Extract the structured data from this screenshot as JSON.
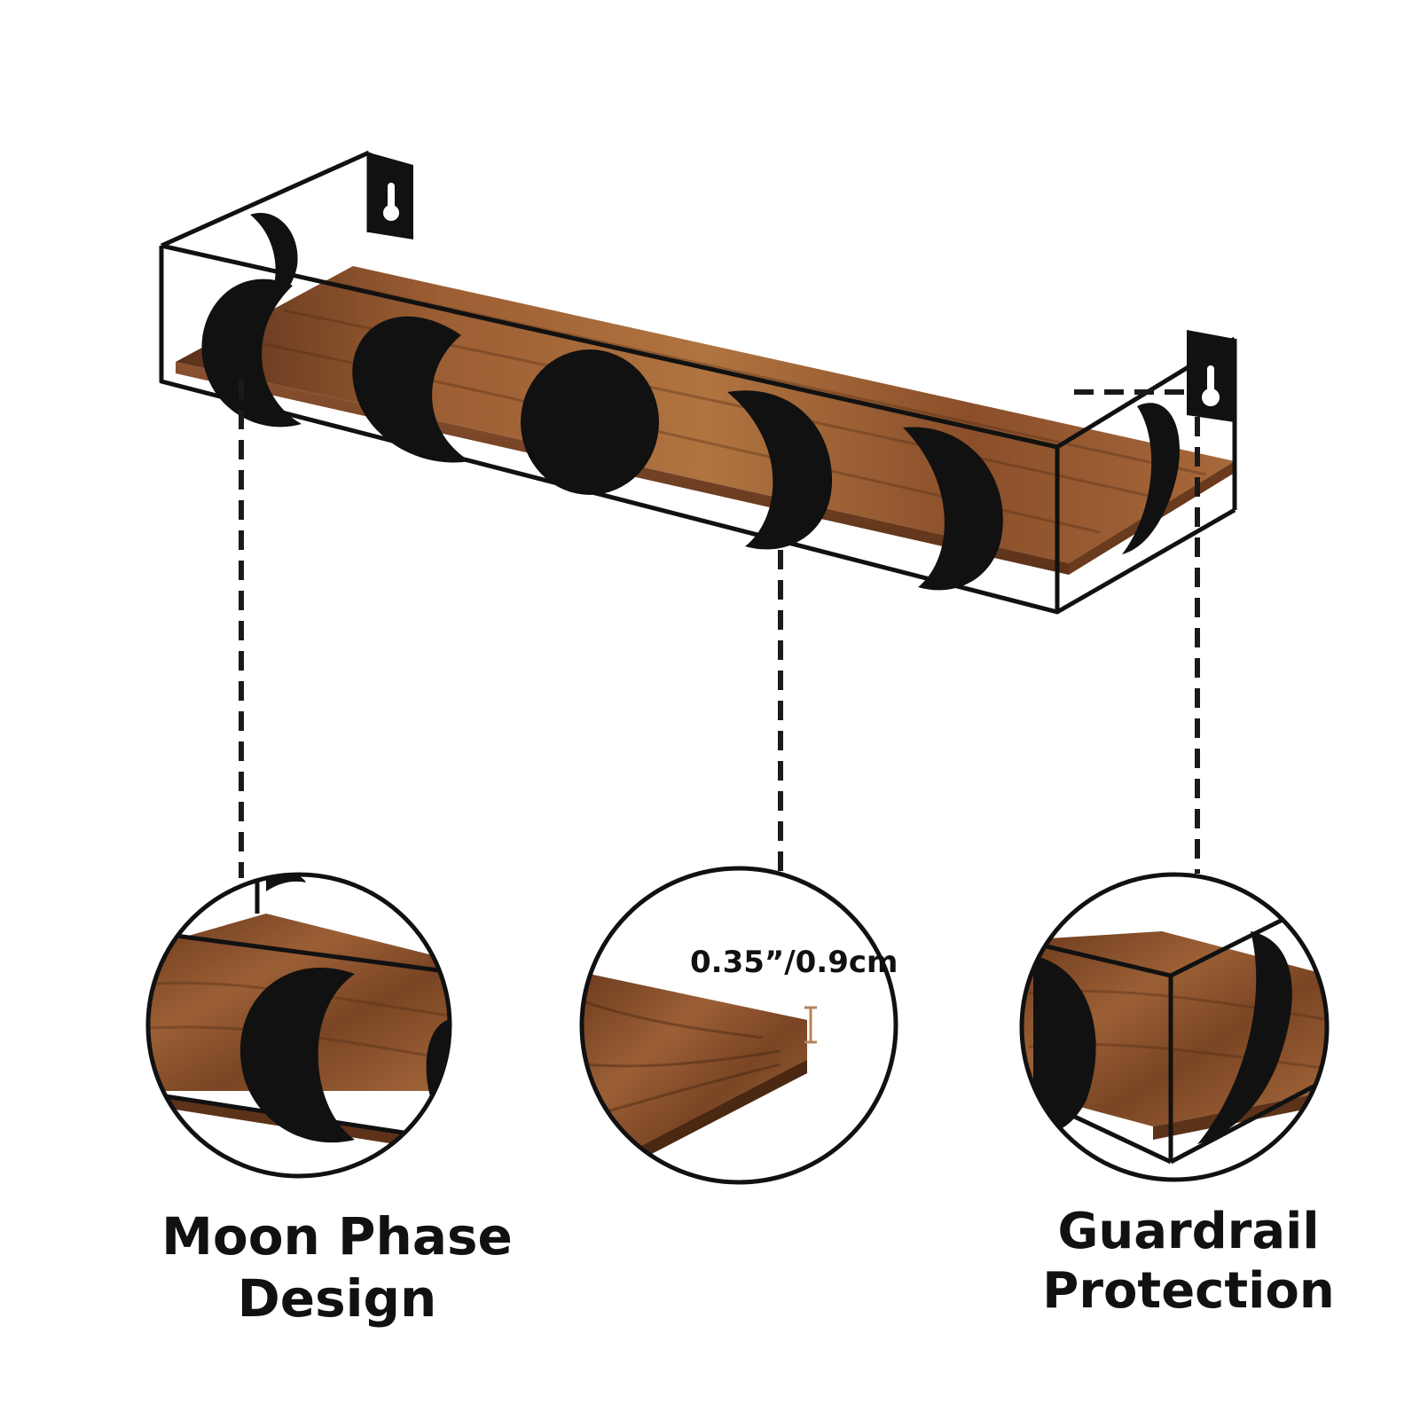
{
  "captions": {
    "moon_phase": {
      "line1": "Moon Phase",
      "line2": "Design"
    },
    "guardrail": {
      "line1": "Guardrail",
      "line2": "Protection"
    }
  },
  "thickness_callout": {
    "label": "0.35”/0.9cm"
  },
  "colors": {
    "wood_light": "#a0643a",
    "wood_mid": "#7a4524",
    "wood_dark": "#4a2812",
    "metal": "#111111",
    "guide_line": "#1a1a1a",
    "thickness_marker": "#b5835a",
    "background": "#ffffff"
  },
  "icons": {
    "moon_shapes": [
      "waning-crescent",
      "waning-crescent",
      "full-moon",
      "waxing-crescent",
      "waxing-crescent"
    ]
  }
}
